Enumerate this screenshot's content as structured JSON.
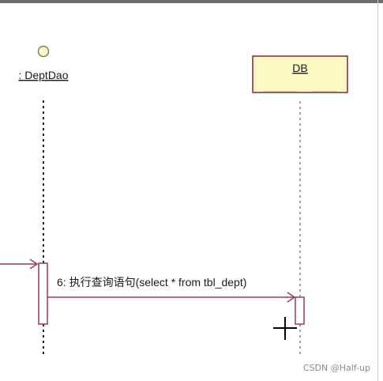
{
  "diagram": {
    "lifelines": [
      {
        "label": ": DeptDao",
        "kind": "control"
      },
      {
        "label": "DB",
        "kind": "object"
      }
    ],
    "messages": [
      {
        "label": "6: 执行查询语句(select * from tbl_dept)",
        "from": ": DeptDao",
        "to": "DB"
      }
    ],
    "colors": {
      "line": "#9a3a5a",
      "object_fill": "#fcf9c4",
      "object_border": "#8a2236",
      "actor_fill": "#fff9d0",
      "actor_border": "#8b7a5a",
      "cursor": "#000000"
    }
  },
  "watermark": "CSDN @Half-up"
}
